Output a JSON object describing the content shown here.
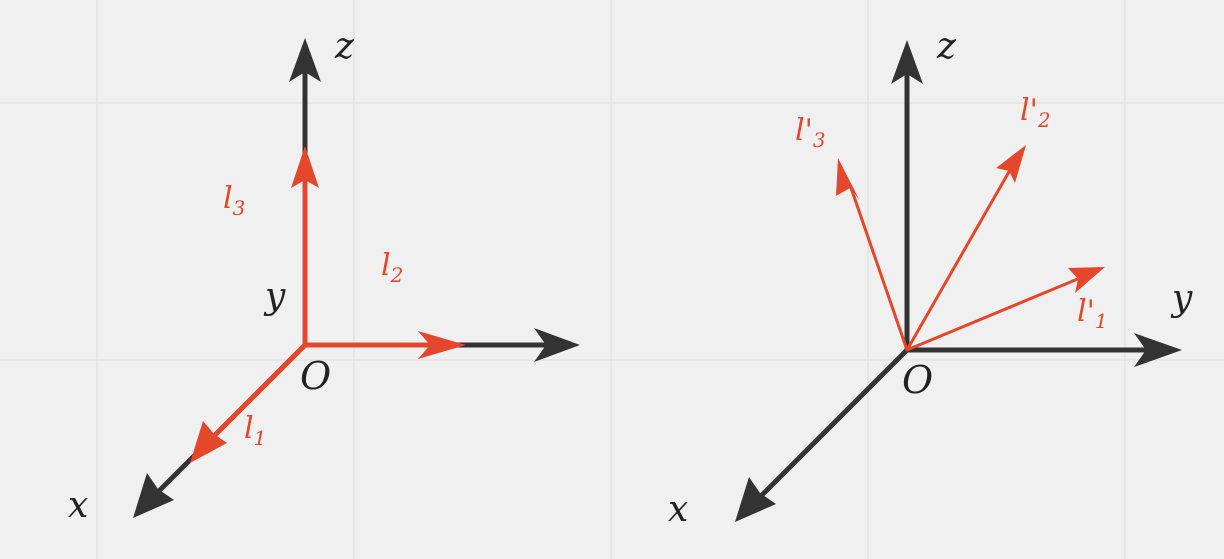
{
  "colors": {
    "background": "#f0f0f0",
    "grid": "#e2e2e2",
    "axis": "#333333",
    "vector": "#e5472c"
  },
  "left_diagram": {
    "x_label": "x",
    "y_label": "y",
    "z_label": "z",
    "origin_label": "O",
    "l1": {
      "base": "l",
      "sub": "1"
    },
    "l2": {
      "base": "l",
      "sub": "2"
    },
    "l3": {
      "base": "l",
      "sub": "3"
    }
  },
  "right_diagram": {
    "x_label": "x",
    "y_label": "y",
    "z_label": "z",
    "origin_label": "O",
    "lp1": {
      "base": "l'",
      "sub": "1"
    },
    "lp2": {
      "base": "l'",
      "sub": "2"
    },
    "lp3": {
      "base": "l'",
      "sub": "3"
    }
  }
}
